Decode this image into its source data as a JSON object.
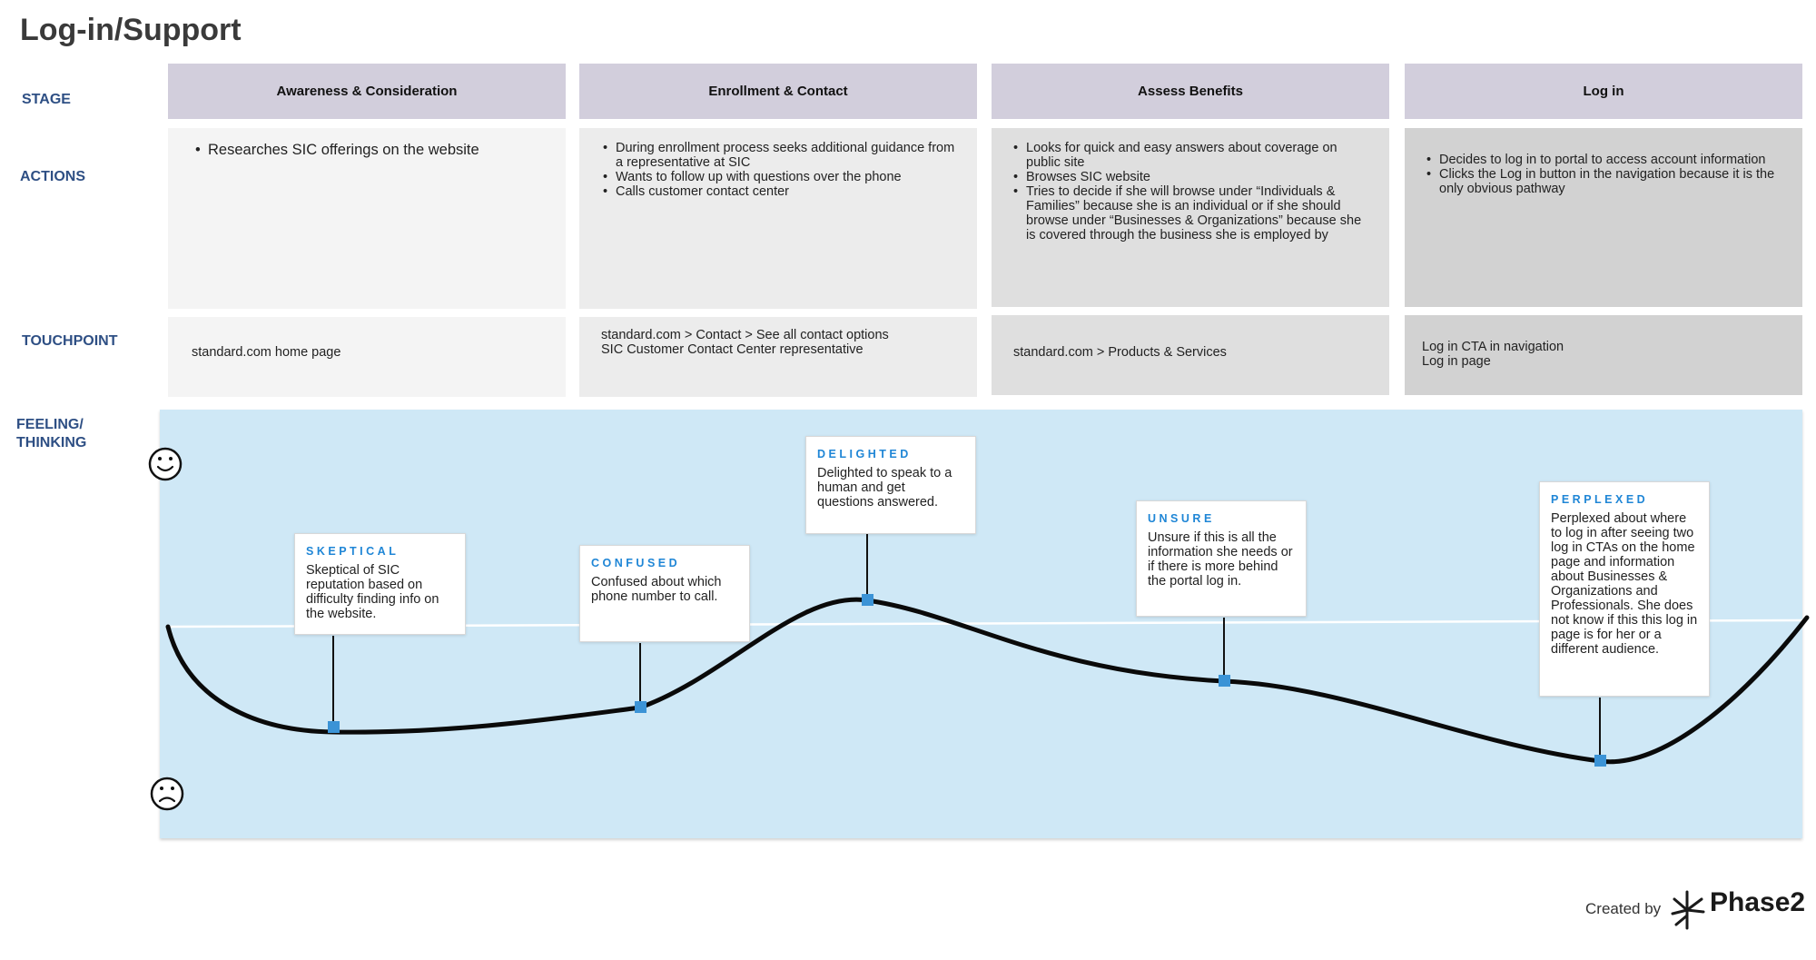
{
  "title": "Log-in/Support",
  "row_labels": {
    "stage": "STAGE",
    "actions": "ACTIONS",
    "touchpoint": "TOUCHPOINT",
    "feeling_line1": "FEELING/",
    "feeling_line2": "THINKING"
  },
  "columns": [
    {
      "stage": "Awareness & Consideration",
      "actions": [
        "Researches SIC offerings on the website"
      ],
      "touchpoint": [
        "standard.com home page"
      ]
    },
    {
      "stage": "Enrollment & Contact",
      "actions": [
        "During enrollment process seeks additional guidance from a representative at SIC",
        "Wants to follow up with questions over the phone",
        "Calls customer contact center"
      ],
      "touchpoint": [
        "standard.com > Contact > See all contact options",
        "SIC Customer Contact Center representative"
      ]
    },
    {
      "stage": "Assess Benefits",
      "actions": [
        "Looks for quick and easy answers about coverage on public site",
        "Browses SIC website",
        "Tries to decide if she will browse under “Individuals & Families” because she is an individual or if she should browse under “Businesses & Organizations” because she is covered through the business she is employed by"
      ],
      "touchpoint": [
        "standard.com > Products & Services"
      ]
    },
    {
      "stage": "Log in",
      "actions": [
        "Decides to log in to portal to access account information",
        "Clicks the Log in button in the navigation because it is the only obvious pathway"
      ],
      "touchpoint": [
        "Log in CTA in navigation",
        "Log in page"
      ]
    }
  ],
  "feelings": [
    {
      "title": "SKEPTICAL",
      "text": "Skeptical of SIC reputation based on difficulty finding info on the website."
    },
    {
      "title": "CONFUSED",
      "text": "Confused about which phone number to call."
    },
    {
      "title": "DELIGHTED",
      "text": "Delighted to speak to a human and get questions answered."
    },
    {
      "title": "UNSURE",
      "text": "Unsure if this is all the information she needs or if there is more behind the portal log in."
    },
    {
      "title": "PERPLEXED",
      "text": "Perplexed about where to log in after seeing two log in CTAs on the home page and information about Businesses & Organizations and Professionals. She does not know if this this log in page is for her or a different audience."
    }
  ],
  "icons": {
    "happy": "smiley-face-icon",
    "sad": "frowning-face-icon",
    "brand_logo": "phase2-logo-icon"
  },
  "footer": {
    "created_by": "Created by",
    "brand": "Phase2"
  },
  "colors": {
    "stage_header": "#d2cedc",
    "feeling_bg": "#cfe8f6",
    "label": "#2e4f84",
    "feeling_title": "#1f86d6",
    "marker": "#3b93d6"
  }
}
